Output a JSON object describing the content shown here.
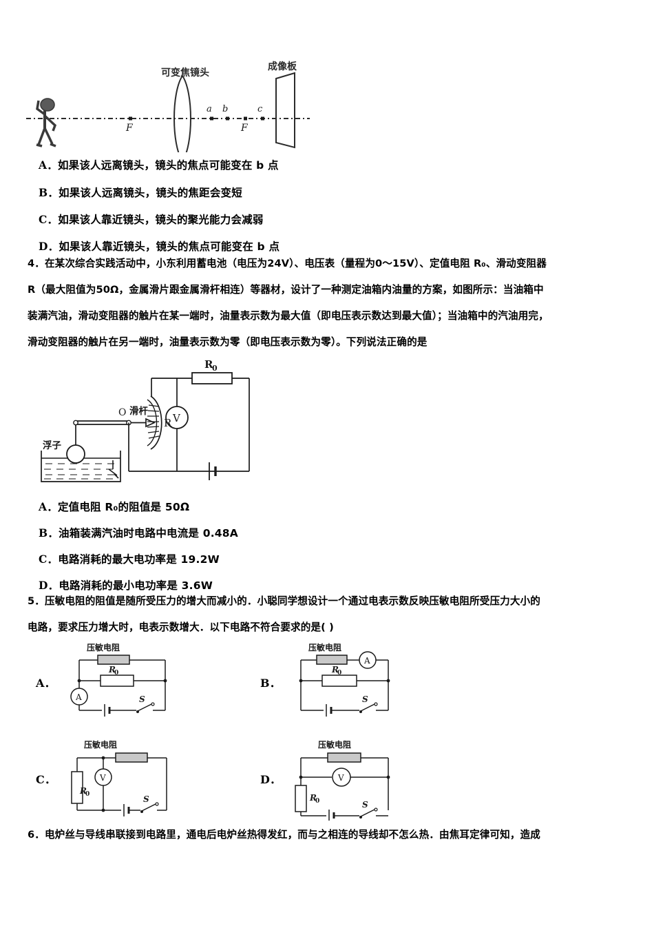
{
  "document": {
    "type": "physics-exam-page",
    "background": "#ffffff",
    "text_color": "#000000"
  },
  "question_3_options": {
    "items": [
      {
        "letter": "A",
        "text": "如果该人远离镜头，镜头的焦点可能变在 b 点"
      },
      {
        "letter": "B",
        "text": "如果该人远离镜头，镜头的焦距会变短"
      },
      {
        "letter": "C",
        "text": "如果该人靠近镜头，镜头的聚光能力会减弱"
      },
      {
        "letter": "D",
        "text": "如果该人靠近镜头，镜头的焦点可能变在 b 点"
      }
    ]
  },
  "figure_optics": {
    "name": "camera-lens-optics-diagram",
    "labels": {
      "lens": "可变焦镜头",
      "screen": "成像板",
      "point_a": "a",
      "point_b": "b",
      "point_c": "c",
      "focus_left": "F",
      "focus_right": "F"
    }
  },
  "question_4": {
    "number": "4",
    "lines": [
      "4．在某次综合实践活动中，小东利用蓄电池（电压为24V）、电压表（量程为0～15V）、定值电阻 R₀、滑动变阻器",
      "R（最大阻值为50Ω，金属滑片跟金属滑杆相连）等器材，设计了一种测定油箱内油量的方案，如图所示：当油箱中",
      "装满汽油，滑动变阻器的触片在某一端时，油量表示数为最大值（即电压表示数达到最大值）；当油箱中的汽油用完，",
      "滑动变阻器的触片在另一端时，油量表示数为零（即电压表示数为零）。下列说法正确的是"
    ],
    "options": [
      {
        "letter": "A",
        "text": "定值电阻 R₀的阻值是 50Ω"
      },
      {
        "letter": "B",
        "text": "油箱装满汽油时电路中电流是 0.48A"
      },
      {
        "letter": "C",
        "text": "电路消耗的最大电功率是 19.2W"
      },
      {
        "letter": "D",
        "text": "电路消耗的最小电功率是 3.6W"
      }
    ]
  },
  "figure_fuel_gauge": {
    "name": "fuel-gauge-circuit-diagram",
    "labels": {
      "float": "浮子",
      "pivot": "O",
      "slide_rod": "滑杆",
      "rheostat": "R",
      "fixed_resistor": "R",
      "fixed_resistor_sub": "0",
      "voltmeter": "V"
    }
  },
  "question_5": {
    "number": "5",
    "lines": [
      "5．压敏电阻的阻值是随所受压力的增大而减小的．小聪同学想设计一个通过电表示数反映压敏电阻所受压力大小的",
      "电路，要求压力增大时，电表示数增大．以下电路不符合要求的是(      )"
    ],
    "circuits": [
      {
        "letter": "A",
        "name": "circuit-option-a",
        "title": "压敏电阻",
        "resistor_label": "R",
        "resistor_sub": "0",
        "meter": "A",
        "meter_type": "ammeter",
        "switch": "S"
      },
      {
        "letter": "B",
        "name": "circuit-option-b",
        "title": "压敏电阻",
        "resistor_label": "R",
        "resistor_sub": "0",
        "meter": "A",
        "meter_type": "ammeter",
        "switch": "S"
      },
      {
        "letter": "C",
        "name": "circuit-option-c",
        "title": "压敏电阻",
        "resistor_label": "R",
        "resistor_sub": "0",
        "meter": "V",
        "meter_type": "voltmeter",
        "switch": "S"
      },
      {
        "letter": "D",
        "name": "circuit-option-d",
        "title": "压敏电阻",
        "resistor_label": "R",
        "resistor_sub": "0",
        "meter": "V",
        "meter_type": "voltmeter",
        "switch": "S"
      }
    ]
  },
  "question_6": {
    "number": "6",
    "lines": [
      "6．电炉丝与导线串联接到电路里，通电后电炉丝热得发红，而与之相连的导线却不怎么热．由焦耳定律可知，造成"
    ]
  }
}
